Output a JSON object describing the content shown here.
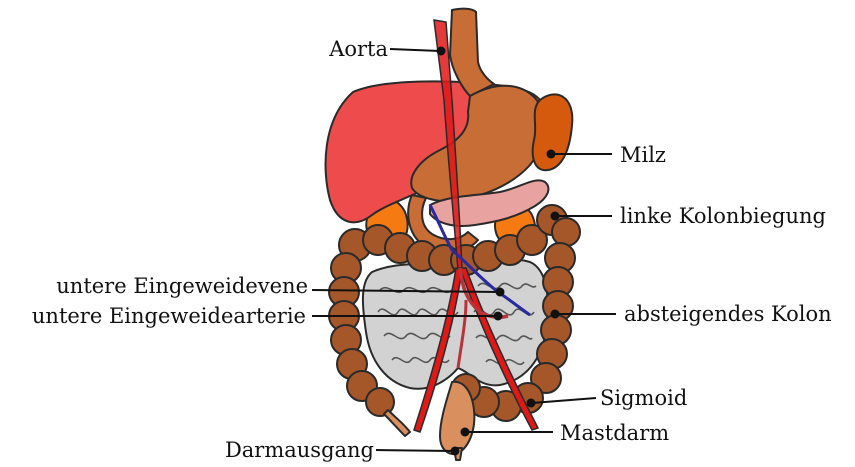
{
  "labels": {
    "aorta": "Aorta",
    "milz": "Milz",
    "linke_kolonbiegung": "linke Kolonbiegung",
    "untere_eingeweidevene": "untere Eingeweidevene",
    "untere_eingeweidearterie": "untere Eingeweidearterie",
    "absteigendes_kolon": "absteigendes Kolon",
    "sigmoid": "Sigmoid",
    "mastdarm": "Mastdarm",
    "darmausgang": "Darmausgang"
  },
  "colors": {
    "liver": "#ee4c4c",
    "stomach": "#c86d35",
    "spleen": "#d65a0e",
    "pancreas": "#e8a2a0",
    "colon": "#a5572a",
    "small_intestine": "#d2d2d2",
    "aorta": "#e01818",
    "vein": "#2a2aa0",
    "rectum": "#d9905e",
    "gallbladder_kidney": "#f57a12"
  }
}
